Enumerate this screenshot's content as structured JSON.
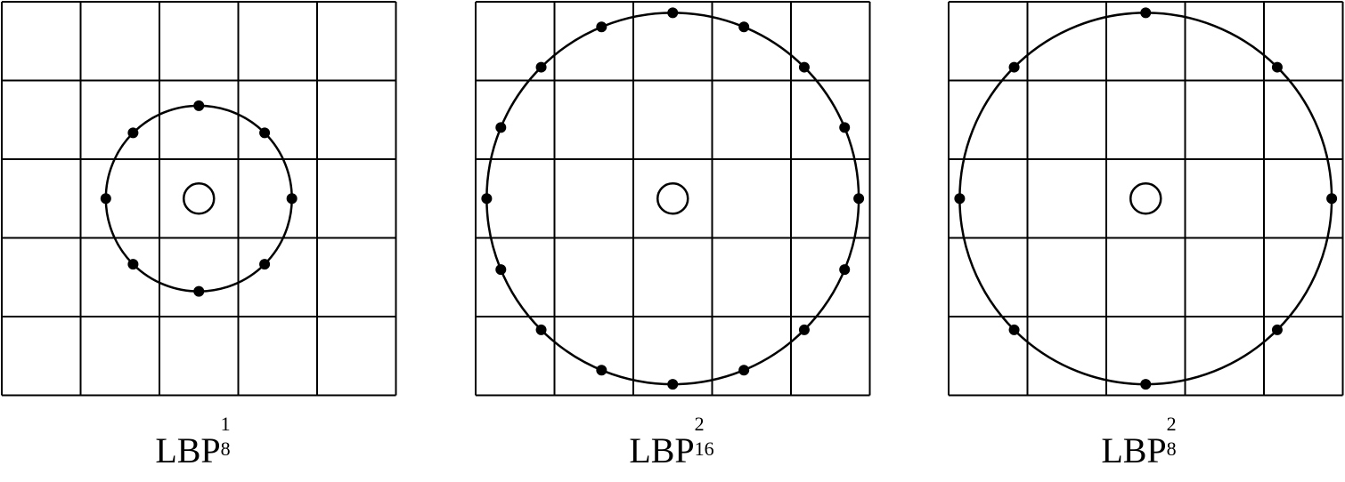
{
  "panels": [
    {
      "name": "LBP",
      "superscript": "1",
      "subscript": "8",
      "radius": 1,
      "points": 8
    },
    {
      "name": "LBP",
      "superscript": "2",
      "subscript": "16",
      "radius": 2,
      "points": 16
    },
    {
      "name": "LBP",
      "superscript": "2",
      "subscript": "8",
      "radius": 2,
      "points": 8
    }
  ],
  "grid": {
    "rows": 5,
    "cols": 5
  },
  "colors": {
    "stroke": "#000000",
    "background": "#ffffff"
  }
}
